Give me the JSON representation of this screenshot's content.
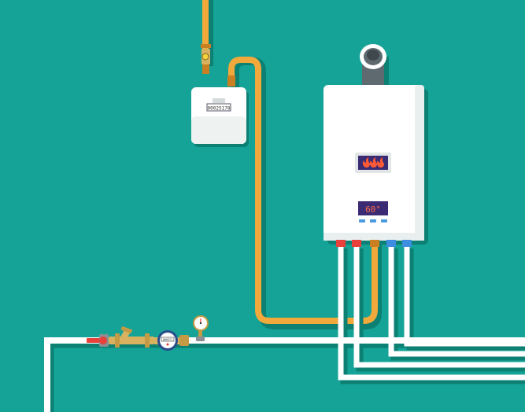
{
  "colors": {
    "background": "#14a396",
    "pipe_shadow": "#0d8074",
    "gas_pipe": "#f2a93b",
    "gas_pipe_shadow": "#c98022",
    "water_pipe": "#ffffff",
    "boiler_body": "#ffffff",
    "display_bg": "#3b2b73",
    "flame": "#ff5a36",
    "hot_outlet": "#e8403a",
    "cold_outlet": "#3f8de0",
    "valve_red": "#e8403a",
    "brass": "#d9b25f"
  },
  "boiler": {
    "temperature_display": "60°",
    "flame_count": 3,
    "control_buttons": 3
  },
  "gas_meter": {
    "reading": "00025178"
  },
  "water_meter": {
    "reading": "000371"
  },
  "icons": {
    "flame": "flame-icon",
    "gauge": "pressure-gauge-icon",
    "valve": "valve-icon"
  }
}
